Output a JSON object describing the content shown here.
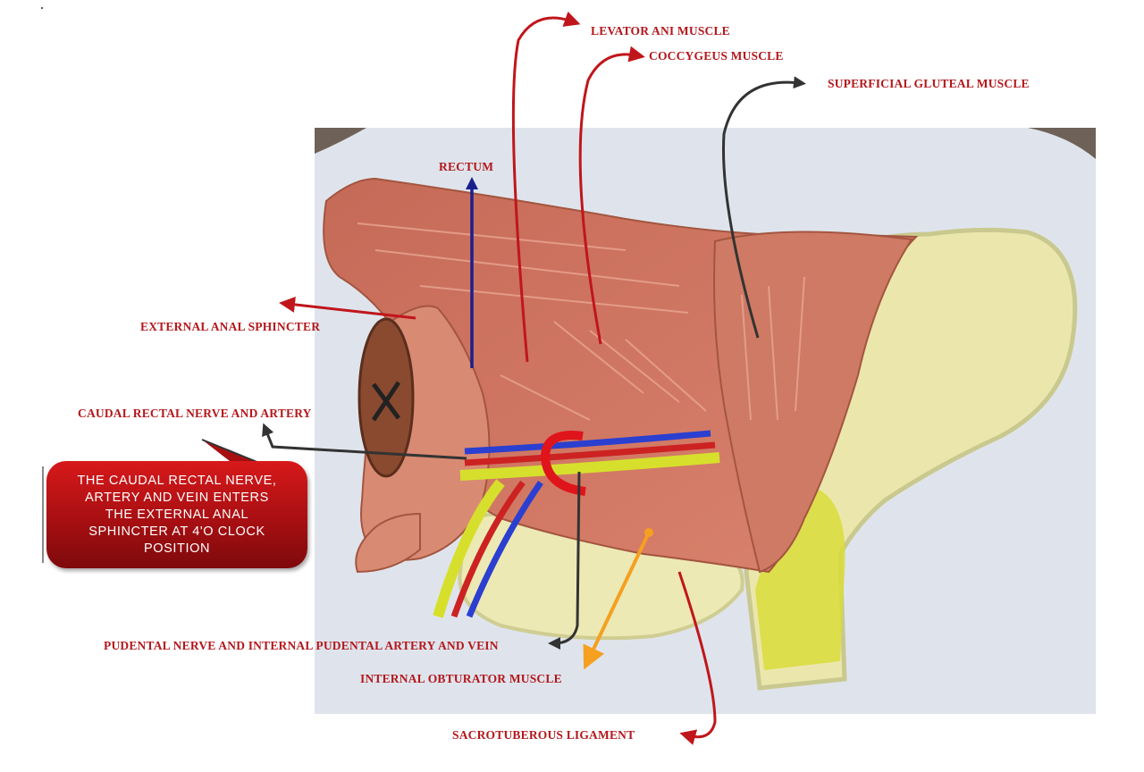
{
  "colors": {
    "label_red": "#b3171c",
    "arrow_red": "#c0161b",
    "arrow_blue": "#1a1f8f",
    "arrow_dark": "#333333",
    "arrow_orange": "#f5a020",
    "muscle": "#c9705c",
    "bone": "#e6e3a5",
    "paper": "#dfe4ec"
  },
  "labels": {
    "levator_ani": "LEVATOR ANI MUSCLE",
    "coccygeus": "COCCYGEUS MUSCLE",
    "superficial_gluteal": "SUPERFICIAL GLUTEAL MUSCLE",
    "rectum": "RECTUM",
    "external_anal_sphincter": "EXTERNAL ANAL SPHINCTER",
    "caudal_rectal": "CAUDAL RECTAL NERVE AND ARTERY",
    "pudendal": "PUDENTAL NERVE AND INTERNAL PUDENTAL ARTERY AND VEIN",
    "internal_obturator": "INTERNAL OBTURATOR MUSCLE",
    "sacrotuberous": "SACROTUBEROUS LIGAMENT"
  },
  "callout": {
    "text": "THE CAUDAL RECTAL NERVE, ARTERY AND VEIN ENTERS THE EXTERNAL ANAL SPHINCTER AT 4'O CLOCK POSITION"
  }
}
